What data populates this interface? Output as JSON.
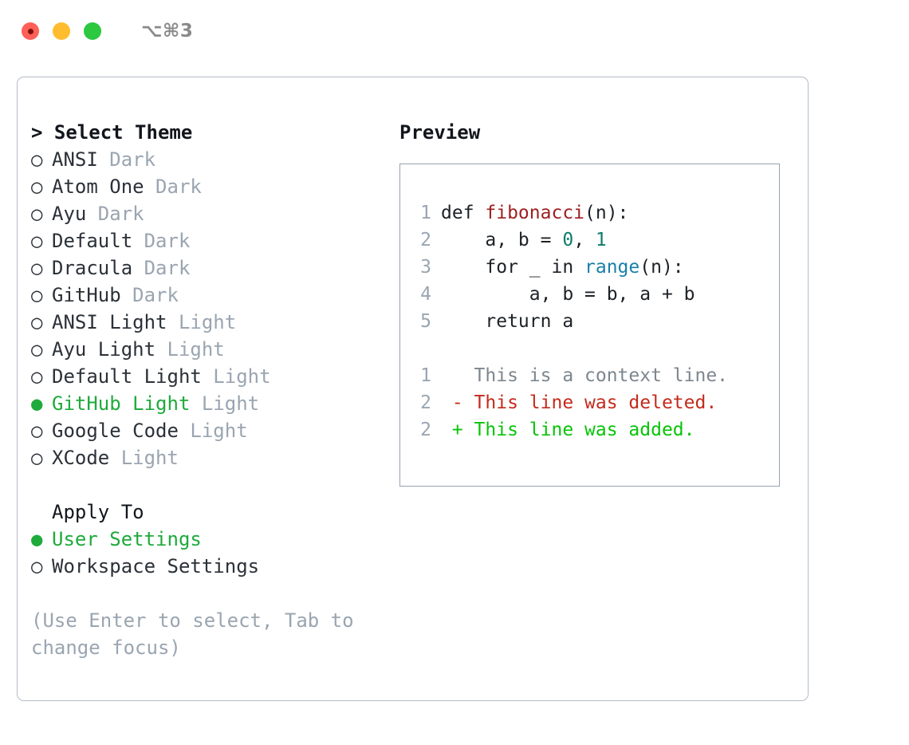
{
  "titlebar": {
    "shortcut": "⌥⌘3",
    "lights": [
      {
        "name": "close",
        "color": "#ff6058"
      },
      {
        "name": "minimize",
        "color": "#febc2e"
      },
      {
        "name": "maximize",
        "color": "#2bc840"
      }
    ]
  },
  "theme_picker": {
    "header": "> Select Theme",
    "selected_marker": "●",
    "unselected_marker": "○",
    "options": [
      {
        "label": "ANSI",
        "kind": "Dark",
        "selected": false
      },
      {
        "label": "Atom One",
        "kind": "Dark",
        "selected": false
      },
      {
        "label": "Ayu",
        "kind": "Dark",
        "selected": false
      },
      {
        "label": "Default",
        "kind": "Dark",
        "selected": false
      },
      {
        "label": "Dracula",
        "kind": "Dark",
        "selected": false
      },
      {
        "label": "GitHub",
        "kind": "Dark",
        "selected": false
      },
      {
        "label": "ANSI Light",
        "kind": "Light",
        "selected": false
      },
      {
        "label": "Ayu Light",
        "kind": "Light",
        "selected": false
      },
      {
        "label": "Default Light",
        "kind": "Light",
        "selected": false
      },
      {
        "label": "GitHub Light",
        "kind": "Light",
        "selected": true
      },
      {
        "label": "Google Code",
        "kind": "Light",
        "selected": false
      },
      {
        "label": "XCode",
        "kind": "Light",
        "selected": false
      }
    ]
  },
  "apply_to": {
    "header": "Apply To",
    "options": [
      {
        "label": "User Settings",
        "selected": true
      },
      {
        "label": "Workspace Settings",
        "selected": false
      }
    ]
  },
  "hint": "(Use Enter to select, Tab to change focus)",
  "preview": {
    "title": "Preview",
    "code_lines": [
      {
        "num": "1",
        "tokens": [
          {
            "text": "def ",
            "type": "plain"
          },
          {
            "text": "fibonacci",
            "type": "fn"
          },
          {
            "text": "(n):",
            "type": "plain"
          }
        ]
      },
      {
        "num": "2",
        "tokens": [
          {
            "text": "    a, b = ",
            "type": "plain"
          },
          {
            "text": "0",
            "type": "num"
          },
          {
            "text": ", ",
            "type": "plain"
          },
          {
            "text": "1",
            "type": "num"
          }
        ]
      },
      {
        "num": "3",
        "tokens": [
          {
            "text": "    for _ in ",
            "type": "plain"
          },
          {
            "text": "range",
            "type": "call"
          },
          {
            "text": "(n):",
            "type": "plain"
          }
        ]
      },
      {
        "num": "4",
        "tokens": [
          {
            "text": "        a, b = b, a + b",
            "type": "plain"
          }
        ]
      },
      {
        "num": "5",
        "tokens": [
          {
            "text": "    return a",
            "type": "plain"
          }
        ]
      }
    ],
    "diff_lines": [
      {
        "num": "1",
        "sign": " ",
        "text": "This is a context line.",
        "type": "context"
      },
      {
        "num": "2",
        "sign": "-",
        "text": "This line was deleted.",
        "type": "deleted"
      },
      {
        "num": "2",
        "sign": "+",
        "text": "This line was added.",
        "type": "added"
      }
    ]
  },
  "colors": {
    "accent_green": "#1faa3c",
    "diff_added": "#07c407",
    "diff_deleted": "#c42b1c",
    "muted": "#9aa5b1",
    "syntax_function": "#9e1f1f",
    "syntax_number": "#0e7c6b",
    "syntax_call": "#1a7fa8",
    "border": "#b4bcc8"
  }
}
